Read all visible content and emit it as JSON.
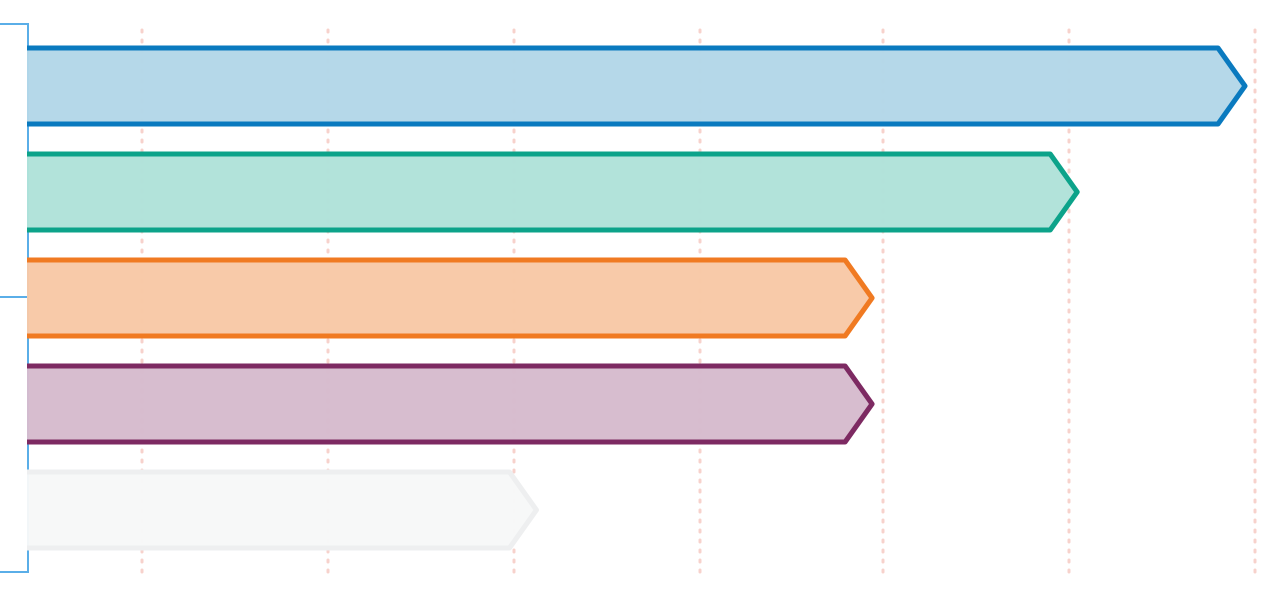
{
  "chart_data": {
    "type": "bar",
    "orientation": "horizontal",
    "title": "",
    "xlabel": "",
    "ylabel": "",
    "xlim": [
      0,
      6.5
    ],
    "grid": true,
    "legend": "none",
    "series": [
      {
        "value": 6.5,
        "fill": "#b3d7e8",
        "stroke": "#0a7abf"
      },
      {
        "value": 5.6,
        "fill": "#b0e2d9",
        "stroke": "#0ca38a"
      },
      {
        "value": 4.5,
        "fill": "#f8c8a6",
        "stroke": "#f07a22"
      },
      {
        "value": 4.5,
        "fill": "#d6bbcd",
        "stroke": "#7d2a62"
      },
      {
        "value": 2.7,
        "fill": "#f7f8f8",
        "stroke": "#eeeff0"
      }
    ],
    "colors": {
      "grid": "#f7d2cc",
      "bracket": "#5aaee8"
    }
  }
}
